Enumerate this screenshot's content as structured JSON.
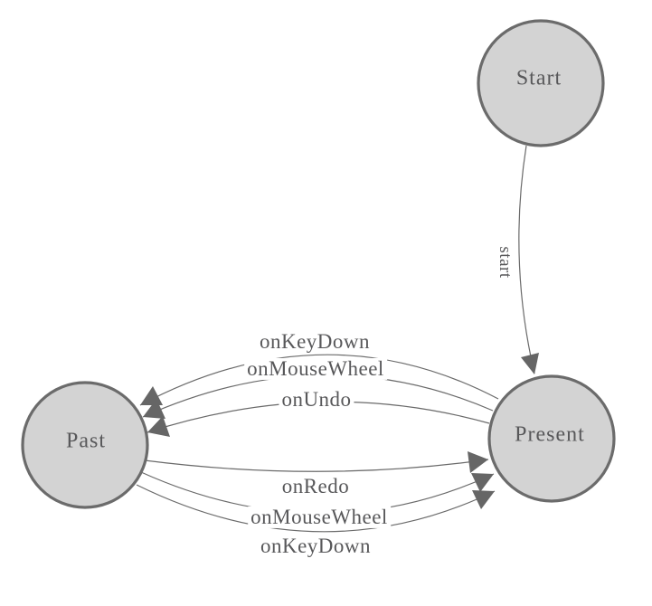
{
  "diagram": {
    "nodes": [
      {
        "id": "start",
        "label": "Start"
      },
      {
        "id": "past",
        "label": "Past"
      },
      {
        "id": "present",
        "label": "Present"
      }
    ],
    "edges": [
      {
        "from": "start",
        "to": "present",
        "label": "start"
      },
      {
        "from": "present",
        "to": "past",
        "label": "onKeyDown"
      },
      {
        "from": "present",
        "to": "past",
        "label": "onMouseWheel"
      },
      {
        "from": "present",
        "to": "past",
        "label": "onUndo"
      },
      {
        "from": "past",
        "to": "present",
        "label": "onRedo"
      },
      {
        "from": "past",
        "to": "present",
        "label": "onMouseWheel"
      },
      {
        "from": "past",
        "to": "present",
        "label": "onKeyDown"
      }
    ],
    "colors": {
      "background": "#ffffff",
      "node_fill": "#d3d3d3",
      "node_border": "#6b6b6b",
      "edge_line": "#6a6a6a",
      "arrowhead": "#666666",
      "text": "#58585a"
    }
  }
}
